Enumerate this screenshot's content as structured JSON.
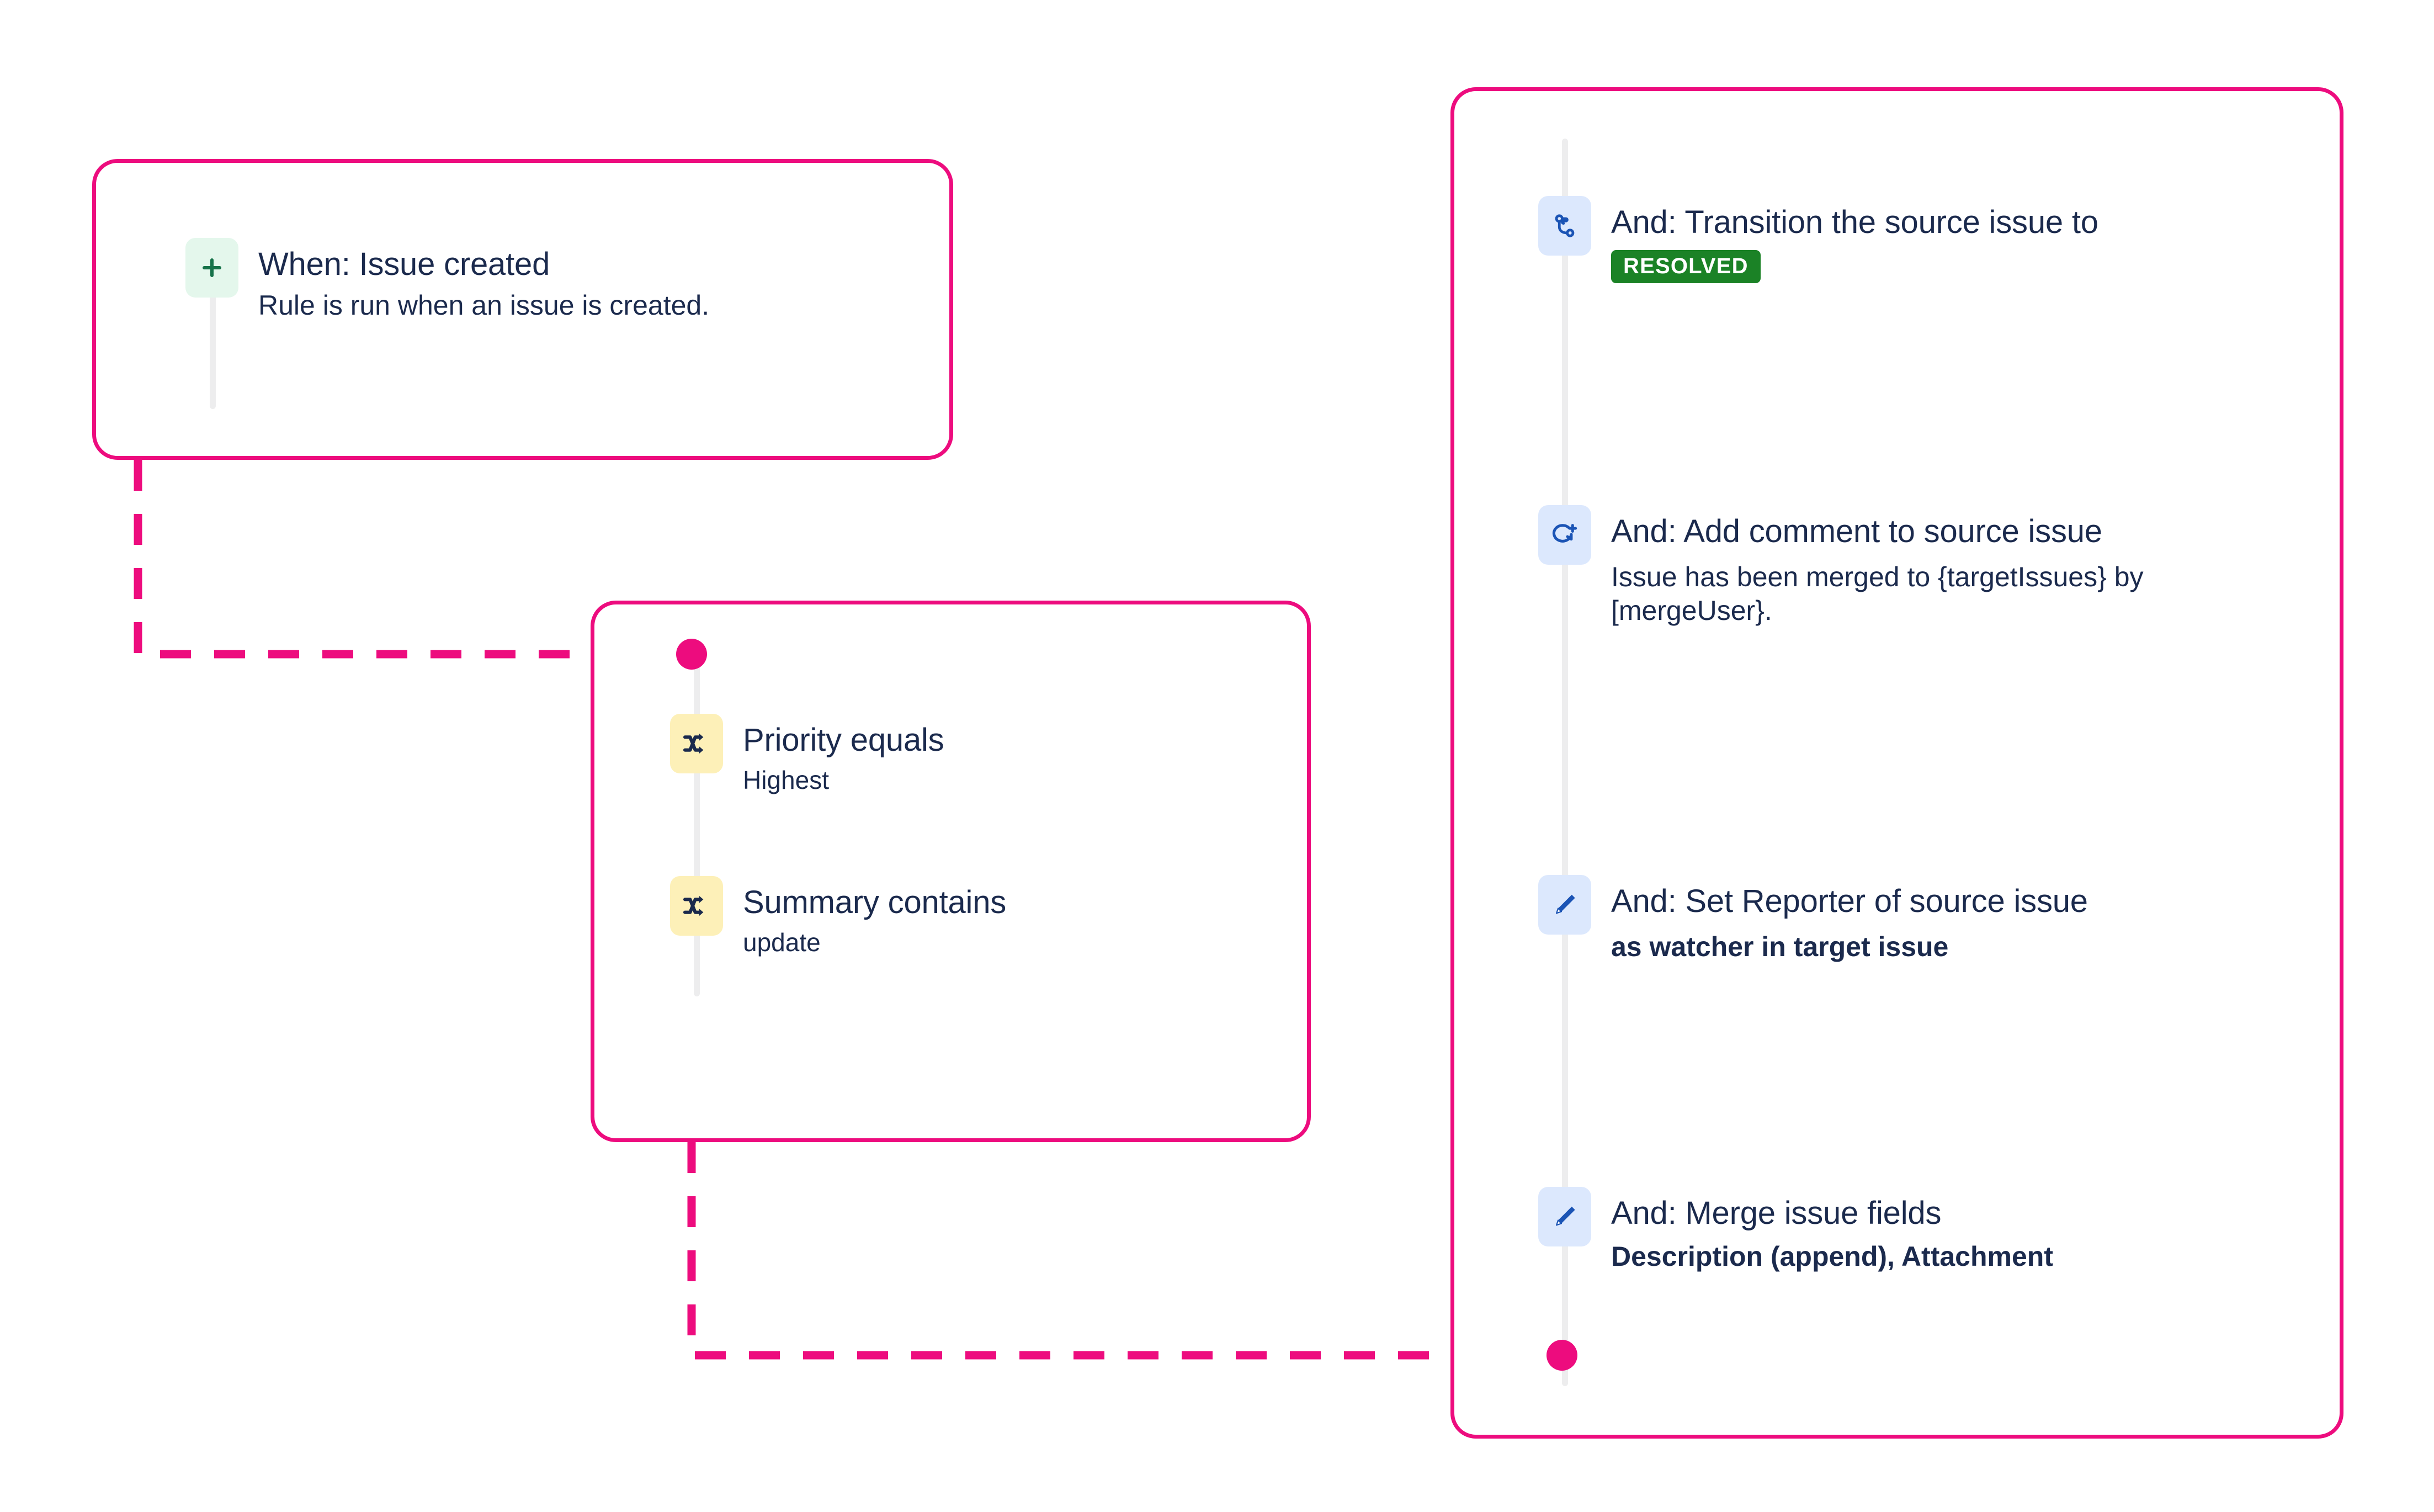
{
  "theme": {
    "accent_pink": "#ed0c7e",
    "status_green": "#1b8226",
    "text_navy": "#1b2a4d",
    "icon_blue": "#1b54b5",
    "trigger_icon_bg": "#e4f7ec",
    "condition_icon_bg": "#fdf0b8",
    "action_icon_bg": "#dce8fd",
    "rail_grey": "#ededee"
  },
  "trigger_card": {
    "name": "trigger",
    "icon": "plus-icon",
    "title": "When: Issue created",
    "description": "Rule is run when an issue is created."
  },
  "conditions_card": {
    "name": "conditions",
    "items": [
      {
        "icon": "shuffle-icon",
        "title": "Priority equals",
        "value": "Highest"
      },
      {
        "icon": "shuffle-icon",
        "title": "Summary contains",
        "value": "update"
      }
    ]
  },
  "actions_card": {
    "name": "actions",
    "items": [
      {
        "icon": "transition-branch-icon",
        "title": "And: Transition the source issue to",
        "badge": "RESOLVED",
        "detail": ""
      },
      {
        "icon": "add-comment-icon",
        "title": "And: Add comment to source issue",
        "badge": "",
        "detail": "Issue has been merged to {targetIssues} by [mergeUser}."
      },
      {
        "icon": "edit-pencil-icon",
        "title": "And: Set Reporter of source issue",
        "badge": "",
        "detail": "as watcher in target issue",
        "detail_bold": true
      },
      {
        "icon": "edit-pencil-icon",
        "title": "And: Merge issue fields",
        "badge": "",
        "detail": "Description (append), Attachment",
        "detail_bold": true
      }
    ]
  }
}
